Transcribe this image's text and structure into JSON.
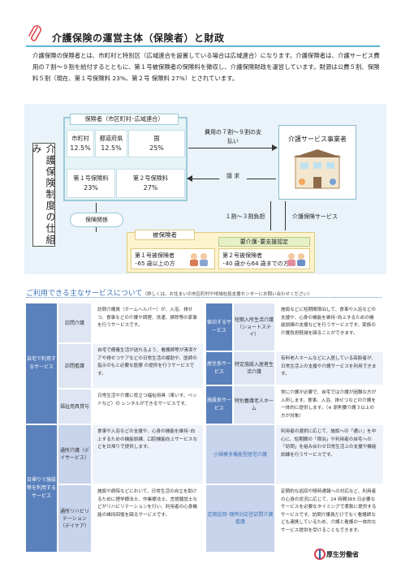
{
  "title": "介護保険の運営主体（保険者）と財政",
  "intro": "介護保険の保険者とは、市町村と特別区（広域連合を設置している場合は広域連合）になります。介護保険者は、介護サービス費用の７割～９割を給付するとともに、第１号被保険者の保険料を徴収し、介護保険財政を運営しています。財源は公費５割、保険料５割（現在、第１号保険料 23%、第２号 保険料 27%）とされています。",
  "diagram": {
    "vertical_title": "介護保険制度の仕組み",
    "insurer_head": "保険者（市区町村･広域連合）",
    "cells": {
      "city": {
        "label": "市町村",
        "value": "12.5%"
      },
      "pref": {
        "label": "都道府県",
        "value": "12.5%"
      },
      "nation": {
        "label": "国",
        "value": "25%"
      },
      "first": {
        "label": "第１号保険料",
        "value": "23%"
      },
      "second": {
        "label": "第２号保険料",
        "value": "27%"
      }
    },
    "payment_label": "費用の７割～９割の支払い",
    "billing_label": "請 求",
    "provider": "介護サービス事業者",
    "insurance_relation": "保険関係",
    "copay": "１割～３割負担",
    "care_service": "介護保険サービス",
    "insured_label": "被保険者",
    "certification": "要介護･要支援認定",
    "insured_first": "第１号被保険者",
    "insured_first_age": "･65 歳以上の方",
    "insured_second": "第２号被保険者",
    "insured_second_age": "･40 歳から64 歳までの方"
  },
  "services": {
    "heading": "ご利用できる主なサービスについて",
    "note": "（詳しくは、お住まいの市区町村や地域包括支援センターにお問い合わせください）",
    "categories": {
      "home": "自宅で利用するサービス",
      "daytrip": "日帰りで施設等を利用するサービス",
      "overnight": "宿泊するサービス",
      "residential": "居住系サービス",
      "facility": "施設系サービス"
    },
    "left_rows": [
      {
        "name": "訪問介護",
        "desc": "訪問介護員（ホームヘルパー）が、入浴、排せつ、食事などの介護や調理、洗濯、掃除等の家事を行うサービスです。"
      },
      {
        "name": "訪問看護",
        "desc": "自宅で療養生活が送れるよう、看護師等が清潔ケアや排せつケアなどの日常生活の援助や、医師の指示のもと必要な医療 の提供を行うサービスです。"
      },
      {
        "name": "福祉用具貸与",
        "desc": "日常生活や介護に役立つ福祉用具（車いす、ベッドなど）の レンタルができるサービスです。"
      },
      {
        "name": "通所介護（デイサービス）",
        "desc": "食事や入浴などの支援や、心身の機能を維持･向上するための機能訓練、口腔機能向上サービスなどを日帰りで提供します。"
      },
      {
        "name": "通所リハビリテーション（デイケア）",
        "desc": "施設や病院などにおいて、日常生活の自立を助けるために理学療法士、作業療法士、言語聴覚士などがリハビリテーションを行い、利用者の心身機能の維持回復を図るサービスです。"
      }
    ],
    "right_rows": [
      {
        "name": "短期入所生活介護（ショートステイ）",
        "desc": "施設などに短期間宿泊して、食事や入浴などの支援や、心身の機能を維持･向上するための機能訓練の支援などを行うサービスです。家族の介護負担軽減を図ることができます。"
      },
      {
        "name": "特定施設入居者生活介護",
        "desc": "有料老人ホームなどに入居している高齢者が、日常生活上の支援や介護サービスを利用できます。"
      },
      {
        "name": "特別養護老人ホーム",
        "desc": "常に介護が必要で、自宅では介護が困難な方が入所します。食事、入浴、排せつなどの介護を一体的に提供します。（※ 原則要介護３以上の方が対象）"
      },
      {
        "name": "小規模多機能型居宅介護",
        "desc": "利用者の選択に応じて、施設への「通い」を中心に、短期間の「宿泊」や利用者の自宅への「訪問」を組み合わせ日常生活上の支援や機能訓練を行うサービスです。"
      },
      {
        "name": "定期巡回･随時対応型訪問介護看護",
        "desc": "定期的な巡回や随時通報への対応など、利用者の心身の状況に応じて、24 時間365 日必要なサービスを必要なタイミングで柔軟に提供するサービスです。訪問介護員だけでなく看護師なども連携しているため、介護と看護の一体的なサービス提供を受けることもできます。"
      }
    ]
  },
  "logo": "厚生労働省",
  "colors": {
    "accent": "#5b81bd",
    "rule": "#5bb7d5",
    "insured": "#fdf3ce",
    "certify": "#e6f1c8"
  }
}
